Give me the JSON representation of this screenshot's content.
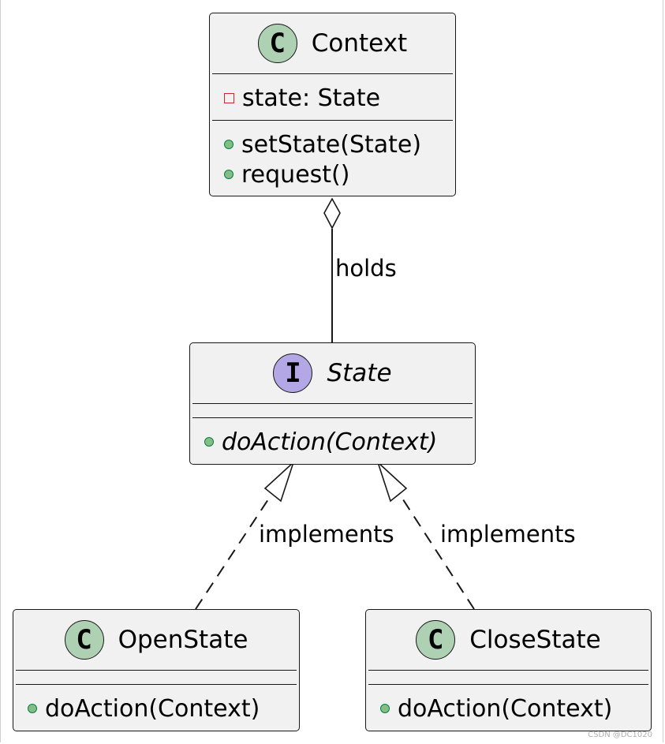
{
  "classes": {
    "context": {
      "badge": "C",
      "name": "Context",
      "fields": [
        {
          "visibility": "private",
          "text": "state: State"
        }
      ],
      "methods": [
        {
          "visibility": "public",
          "text": "setState(State)"
        },
        {
          "visibility": "public",
          "text": "request()"
        }
      ]
    },
    "state": {
      "badge": "I",
      "name": "State",
      "methods": [
        {
          "visibility": "public",
          "text": "doAction(Context)",
          "abstract": true
        }
      ]
    },
    "open_state": {
      "badge": "C",
      "name": "OpenState",
      "methods": [
        {
          "visibility": "public",
          "text": "doAction(Context)"
        }
      ]
    },
    "close_state": {
      "badge": "C",
      "name": "CloseState",
      "methods": [
        {
          "visibility": "public",
          "text": "doAction(Context)"
        }
      ]
    }
  },
  "relations": {
    "context_state": {
      "type": "aggregation",
      "label": "holds"
    },
    "open_state_impl": {
      "type": "realization",
      "label": "implements"
    },
    "close_state_impl": {
      "type": "realization",
      "label": "implements"
    }
  },
  "watermark": "CSDN @DC1020",
  "colors": {
    "class_fill": "#f1f1f1",
    "class_badge": "#add1b2",
    "interface_badge": "#b4a7e5",
    "public_marker": "#84be84",
    "private_marker": "#c82930"
  }
}
